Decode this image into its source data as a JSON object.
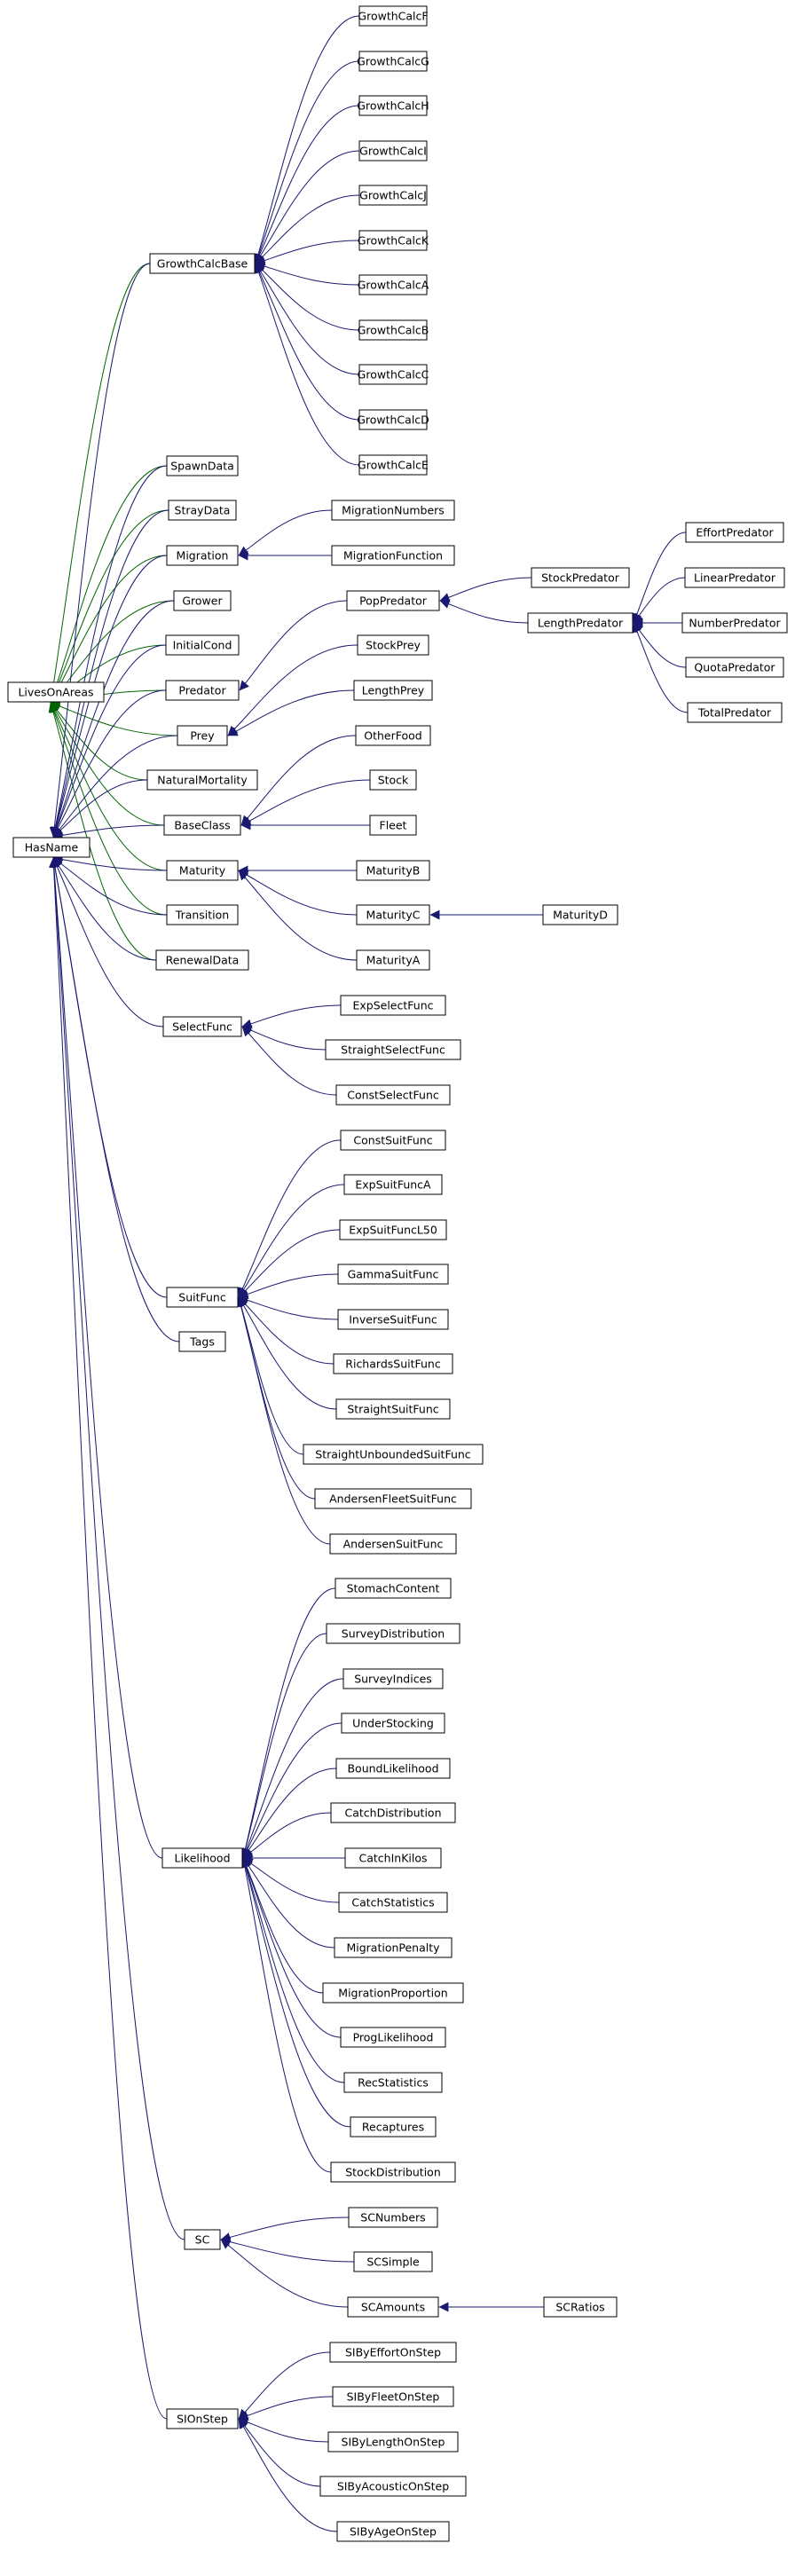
{
  "diagram": {
    "type": "class-inheritance-graph",
    "colors": {
      "public_inheritance": "#191970",
      "area_inheritance": "#006400",
      "node_border": "#000000",
      "node_fill": "#ffffff"
    },
    "nodes": [
      {
        "id": "GrowthCalcF",
        "label": "GrowthCalcF"
      },
      {
        "id": "GrowthCalcG",
        "label": "GrowthCalcG"
      },
      {
        "id": "GrowthCalcH",
        "label": "GrowthCalcH"
      },
      {
        "id": "GrowthCalcI",
        "label": "GrowthCalcI"
      },
      {
        "id": "GrowthCalcJ",
        "label": "GrowthCalcJ"
      },
      {
        "id": "GrowthCalcK",
        "label": "GrowthCalcK"
      },
      {
        "id": "GrowthCalcA",
        "label": "GrowthCalcA"
      },
      {
        "id": "GrowthCalcB",
        "label": "GrowthCalcB"
      },
      {
        "id": "GrowthCalcC",
        "label": "GrowthCalcC"
      },
      {
        "id": "GrowthCalcD",
        "label": "GrowthCalcD"
      },
      {
        "id": "GrowthCalcE",
        "label": "GrowthCalcE"
      },
      {
        "id": "GrowthCalcBase",
        "label": "GrowthCalcBase"
      },
      {
        "id": "SpawnData",
        "label": "SpawnData"
      },
      {
        "id": "StrayData",
        "label": "StrayData"
      },
      {
        "id": "Migration",
        "label": "Migration"
      },
      {
        "id": "MigrationNumbers",
        "label": "MigrationNumbers"
      },
      {
        "id": "MigrationFunction",
        "label": "MigrationFunction"
      },
      {
        "id": "Grower",
        "label": "Grower"
      },
      {
        "id": "InitialCond",
        "label": "InitialCond"
      },
      {
        "id": "LivesOnAreas",
        "label": "LivesOnAreas"
      },
      {
        "id": "Predator",
        "label": "Predator"
      },
      {
        "id": "PopPredator",
        "label": "PopPredator"
      },
      {
        "id": "StockPredator",
        "label": "StockPredator"
      },
      {
        "id": "LengthPredator",
        "label": "LengthPredator"
      },
      {
        "id": "EffortPredator",
        "label": "EffortPredator"
      },
      {
        "id": "LinearPredator",
        "label": "LinearPredator"
      },
      {
        "id": "NumberPredator",
        "label": "NumberPredator"
      },
      {
        "id": "QuotaPredator",
        "label": "QuotaPredator"
      },
      {
        "id": "TotalPredator",
        "label": "TotalPredator"
      },
      {
        "id": "StockPrey",
        "label": "StockPrey"
      },
      {
        "id": "LengthPrey",
        "label": "LengthPrey"
      },
      {
        "id": "Prey",
        "label": "Prey"
      },
      {
        "id": "OtherFood",
        "label": "OtherFood"
      },
      {
        "id": "NaturalMortality",
        "label": "NaturalMortality"
      },
      {
        "id": "Stock",
        "label": "Stock"
      },
      {
        "id": "BaseClass",
        "label": "BaseClass"
      },
      {
        "id": "Fleet",
        "label": "Fleet"
      },
      {
        "id": "HasName",
        "label": "HasName"
      },
      {
        "id": "Maturity",
        "label": "Maturity"
      },
      {
        "id": "MaturityB",
        "label": "MaturityB"
      },
      {
        "id": "MaturityC",
        "label": "MaturityC"
      },
      {
        "id": "MaturityD",
        "label": "MaturityD"
      },
      {
        "id": "Transition",
        "label": "Transition"
      },
      {
        "id": "MaturityA",
        "label": "MaturityA"
      },
      {
        "id": "RenewalData",
        "label": "RenewalData"
      },
      {
        "id": "ExpSelectFunc",
        "label": "ExpSelectFunc"
      },
      {
        "id": "SelectFunc",
        "label": "SelectFunc"
      },
      {
        "id": "StraightSelectFunc",
        "label": "StraightSelectFunc"
      },
      {
        "id": "ConstSelectFunc",
        "label": "ConstSelectFunc"
      },
      {
        "id": "ConstSuitFunc",
        "label": "ConstSuitFunc"
      },
      {
        "id": "ExpSuitFuncA",
        "label": "ExpSuitFuncA"
      },
      {
        "id": "ExpSuitFuncL50",
        "label": "ExpSuitFuncL50"
      },
      {
        "id": "GammaSuitFunc",
        "label": "GammaSuitFunc"
      },
      {
        "id": "SuitFunc",
        "label": "SuitFunc"
      },
      {
        "id": "InverseSuitFunc",
        "label": "InverseSuitFunc"
      },
      {
        "id": "Tags",
        "label": "Tags"
      },
      {
        "id": "RichardsSuitFunc",
        "label": "RichardsSuitFunc"
      },
      {
        "id": "StraightSuitFunc",
        "label": "StraightSuitFunc"
      },
      {
        "id": "StraightUnboundedSuitFunc",
        "label": "StraightUnboundedSuitFunc"
      },
      {
        "id": "AndersenFleetSuitFunc",
        "label": "AndersenFleetSuitFunc"
      },
      {
        "id": "AndersenSuitFunc",
        "label": "AndersenSuitFunc"
      },
      {
        "id": "StomachContent",
        "label": "StomachContent"
      },
      {
        "id": "SurveyDistribution",
        "label": "SurveyDistribution"
      },
      {
        "id": "SurveyIndices",
        "label": "SurveyIndices"
      },
      {
        "id": "UnderStocking",
        "label": "UnderStocking"
      },
      {
        "id": "BoundLikelihood",
        "label": "BoundLikelihood"
      },
      {
        "id": "CatchDistribution",
        "label": "CatchDistribution"
      },
      {
        "id": "Likelihood",
        "label": "Likelihood"
      },
      {
        "id": "CatchInKilos",
        "label": "CatchInKilos"
      },
      {
        "id": "CatchStatistics",
        "label": "CatchStatistics"
      },
      {
        "id": "MigrationPenalty",
        "label": "MigrationPenalty"
      },
      {
        "id": "MigrationProportion",
        "label": "MigrationProportion"
      },
      {
        "id": "ProgLikelihood",
        "label": "ProgLikelihood"
      },
      {
        "id": "RecStatistics",
        "label": "RecStatistics"
      },
      {
        "id": "Recaptures",
        "label": "Recaptures"
      },
      {
        "id": "StockDistribution",
        "label": "StockDistribution"
      },
      {
        "id": "SCNumbers",
        "label": "SCNumbers"
      },
      {
        "id": "SC",
        "label": "SC"
      },
      {
        "id": "SCSimple",
        "label": "SCSimple"
      },
      {
        "id": "SCAmounts",
        "label": "SCAmounts"
      },
      {
        "id": "SCRatios",
        "label": "SCRatios"
      },
      {
        "id": "SIByEffortOnStep",
        "label": "SIByEffortOnStep"
      },
      {
        "id": "SIByFleetOnStep",
        "label": "SIByFleetOnStep"
      },
      {
        "id": "SIOnStep",
        "label": "SIOnStep"
      },
      {
        "id": "SIByLengthOnStep",
        "label": "SIByLengthOnStep"
      },
      {
        "id": "SIByAcousticOnStep",
        "label": "SIByAcousticOnStep"
      },
      {
        "id": "SIByAgeOnStep",
        "label": "SIByAgeOnStep"
      }
    ],
    "edges": [
      {
        "from": "GrowthCalcF",
        "to": "GrowthCalcBase",
        "kind": "public"
      },
      {
        "from": "GrowthCalcG",
        "to": "GrowthCalcBase",
        "kind": "public"
      },
      {
        "from": "GrowthCalcH",
        "to": "GrowthCalcBase",
        "kind": "public"
      },
      {
        "from": "GrowthCalcI",
        "to": "GrowthCalcBase",
        "kind": "public"
      },
      {
        "from": "GrowthCalcJ",
        "to": "GrowthCalcBase",
        "kind": "public"
      },
      {
        "from": "GrowthCalcK",
        "to": "GrowthCalcBase",
        "kind": "public"
      },
      {
        "from": "GrowthCalcA",
        "to": "GrowthCalcBase",
        "kind": "public"
      },
      {
        "from": "GrowthCalcB",
        "to": "GrowthCalcBase",
        "kind": "public"
      },
      {
        "from": "GrowthCalcC",
        "to": "GrowthCalcBase",
        "kind": "public"
      },
      {
        "from": "GrowthCalcD",
        "to": "GrowthCalcBase",
        "kind": "public"
      },
      {
        "from": "GrowthCalcE",
        "to": "GrowthCalcBase",
        "kind": "public"
      },
      {
        "from": "GrowthCalcBase",
        "to": "LivesOnAreas",
        "kind": "area"
      },
      {
        "from": "SpawnData",
        "to": "LivesOnAreas",
        "kind": "area"
      },
      {
        "from": "StrayData",
        "to": "LivesOnAreas",
        "kind": "area"
      },
      {
        "from": "Migration",
        "to": "LivesOnAreas",
        "kind": "area"
      },
      {
        "from": "Grower",
        "to": "LivesOnAreas",
        "kind": "area"
      },
      {
        "from": "InitialCond",
        "to": "LivesOnAreas",
        "kind": "area"
      },
      {
        "from": "Predator",
        "to": "LivesOnAreas",
        "kind": "area"
      },
      {
        "from": "Prey",
        "to": "LivesOnAreas",
        "kind": "area"
      },
      {
        "from": "NaturalMortality",
        "to": "LivesOnAreas",
        "kind": "area"
      },
      {
        "from": "BaseClass",
        "to": "LivesOnAreas",
        "kind": "area"
      },
      {
        "from": "Maturity",
        "to": "LivesOnAreas",
        "kind": "area"
      },
      {
        "from": "Transition",
        "to": "LivesOnAreas",
        "kind": "area"
      },
      {
        "from": "RenewalData",
        "to": "LivesOnAreas",
        "kind": "area"
      },
      {
        "from": "MigrationNumbers",
        "to": "Migration",
        "kind": "public"
      },
      {
        "from": "MigrationFunction",
        "to": "Migration",
        "kind": "public"
      },
      {
        "from": "PopPredator",
        "to": "Predator",
        "kind": "public"
      },
      {
        "from": "StockPredator",
        "to": "PopPredator",
        "kind": "public"
      },
      {
        "from": "LengthPredator",
        "to": "PopPredator",
        "kind": "public"
      },
      {
        "from": "EffortPredator",
        "to": "LengthPredator",
        "kind": "public"
      },
      {
        "from": "LinearPredator",
        "to": "LengthPredator",
        "kind": "public"
      },
      {
        "from": "NumberPredator",
        "to": "LengthPredator",
        "kind": "public"
      },
      {
        "from": "QuotaPredator",
        "to": "LengthPredator",
        "kind": "public"
      },
      {
        "from": "TotalPredator",
        "to": "LengthPredator",
        "kind": "public"
      },
      {
        "from": "StockPrey",
        "to": "Prey",
        "kind": "public"
      },
      {
        "from": "LengthPrey",
        "to": "Prey",
        "kind": "public"
      },
      {
        "from": "OtherFood",
        "to": "BaseClass",
        "kind": "public"
      },
      {
        "from": "Stock",
        "to": "BaseClass",
        "kind": "public"
      },
      {
        "from": "Fleet",
        "to": "BaseClass",
        "kind": "public"
      },
      {
        "from": "MaturityB",
        "to": "Maturity",
        "kind": "public"
      },
      {
        "from": "MaturityC",
        "to": "Maturity",
        "kind": "public"
      },
      {
        "from": "MaturityA",
        "to": "Maturity",
        "kind": "public"
      },
      {
        "from": "MaturityD",
        "to": "MaturityC",
        "kind": "public"
      },
      {
        "from": "GrowthCalcBase",
        "to": "HasName",
        "kind": "public"
      },
      {
        "from": "SpawnData",
        "to": "HasName",
        "kind": "public"
      },
      {
        "from": "StrayData",
        "to": "HasName",
        "kind": "public"
      },
      {
        "from": "Migration",
        "to": "HasName",
        "kind": "public"
      },
      {
        "from": "Grower",
        "to": "HasName",
        "kind": "public"
      },
      {
        "from": "InitialCond",
        "to": "HasName",
        "kind": "public"
      },
      {
        "from": "Predator",
        "to": "HasName",
        "kind": "public"
      },
      {
        "from": "Prey",
        "to": "HasName",
        "kind": "public"
      },
      {
        "from": "NaturalMortality",
        "to": "HasName",
        "kind": "public"
      },
      {
        "from": "BaseClass",
        "to": "HasName",
        "kind": "public"
      },
      {
        "from": "Maturity",
        "to": "HasName",
        "kind": "public"
      },
      {
        "from": "Transition",
        "to": "HasName",
        "kind": "public"
      },
      {
        "from": "RenewalData",
        "to": "HasName",
        "kind": "public"
      },
      {
        "from": "SelectFunc",
        "to": "HasName",
        "kind": "public"
      },
      {
        "from": "SuitFunc",
        "to": "HasName",
        "kind": "public"
      },
      {
        "from": "Tags",
        "to": "HasName",
        "kind": "public"
      },
      {
        "from": "Likelihood",
        "to": "HasName",
        "kind": "public"
      },
      {
        "from": "SC",
        "to": "HasName",
        "kind": "public"
      },
      {
        "from": "SIOnStep",
        "to": "HasName",
        "kind": "public"
      },
      {
        "from": "ExpSelectFunc",
        "to": "SelectFunc",
        "kind": "public"
      },
      {
        "from": "StraightSelectFunc",
        "to": "SelectFunc",
        "kind": "public"
      },
      {
        "from": "ConstSelectFunc",
        "to": "SelectFunc",
        "kind": "public"
      },
      {
        "from": "ConstSuitFunc",
        "to": "SuitFunc",
        "kind": "public"
      },
      {
        "from": "ExpSuitFuncA",
        "to": "SuitFunc",
        "kind": "public"
      },
      {
        "from": "ExpSuitFuncL50",
        "to": "SuitFunc",
        "kind": "public"
      },
      {
        "from": "GammaSuitFunc",
        "to": "SuitFunc",
        "kind": "public"
      },
      {
        "from": "InverseSuitFunc",
        "to": "SuitFunc",
        "kind": "public"
      },
      {
        "from": "RichardsSuitFunc",
        "to": "SuitFunc",
        "kind": "public"
      },
      {
        "from": "StraightSuitFunc",
        "to": "SuitFunc",
        "kind": "public"
      },
      {
        "from": "StraightUnboundedSuitFunc",
        "to": "SuitFunc",
        "kind": "public"
      },
      {
        "from": "AndersenFleetSuitFunc",
        "to": "SuitFunc",
        "kind": "public"
      },
      {
        "from": "AndersenSuitFunc",
        "to": "SuitFunc",
        "kind": "public"
      },
      {
        "from": "StomachContent",
        "to": "Likelihood",
        "kind": "public"
      },
      {
        "from": "SurveyDistribution",
        "to": "Likelihood",
        "kind": "public"
      },
      {
        "from": "SurveyIndices",
        "to": "Likelihood",
        "kind": "public"
      },
      {
        "from": "UnderStocking",
        "to": "Likelihood",
        "kind": "public"
      },
      {
        "from": "BoundLikelihood",
        "to": "Likelihood",
        "kind": "public"
      },
      {
        "from": "CatchDistribution",
        "to": "Likelihood",
        "kind": "public"
      },
      {
        "from": "CatchInKilos",
        "to": "Likelihood",
        "kind": "public"
      },
      {
        "from": "CatchStatistics",
        "to": "Likelihood",
        "kind": "public"
      },
      {
        "from": "MigrationPenalty",
        "to": "Likelihood",
        "kind": "public"
      },
      {
        "from": "MigrationProportion",
        "to": "Likelihood",
        "kind": "public"
      },
      {
        "from": "ProgLikelihood",
        "to": "Likelihood",
        "kind": "public"
      },
      {
        "from": "RecStatistics",
        "to": "Likelihood",
        "kind": "public"
      },
      {
        "from": "Recaptures",
        "to": "Likelihood",
        "kind": "public"
      },
      {
        "from": "StockDistribution",
        "to": "Likelihood",
        "kind": "public"
      },
      {
        "from": "SCNumbers",
        "to": "SC",
        "kind": "public"
      },
      {
        "from": "SCSimple",
        "to": "SC",
        "kind": "public"
      },
      {
        "from": "SCAmounts",
        "to": "SC",
        "kind": "public"
      },
      {
        "from": "SCRatios",
        "to": "SCAmounts",
        "kind": "public"
      },
      {
        "from": "SIByEffortOnStep",
        "to": "SIOnStep",
        "kind": "public"
      },
      {
        "from": "SIByFleetOnStep",
        "to": "SIOnStep",
        "kind": "public"
      },
      {
        "from": "SIByLengthOnStep",
        "to": "SIOnStep",
        "kind": "public"
      },
      {
        "from": "SIByAcousticOnStep",
        "to": "SIOnStep",
        "kind": "public"
      },
      {
        "from": "SIByAgeOnStep",
        "to": "SIOnStep",
        "kind": "public"
      }
    ]
  }
}
